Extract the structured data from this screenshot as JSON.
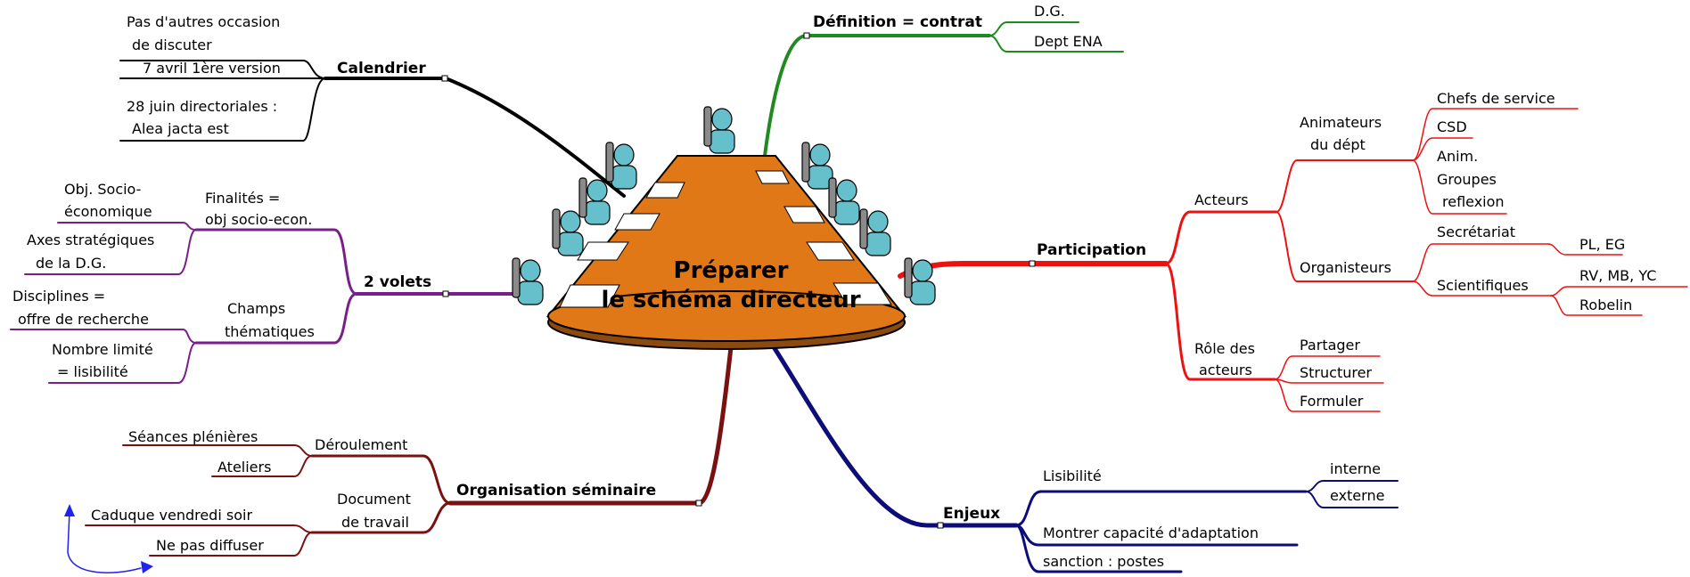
{
  "center": {
    "line1": "Préparer",
    "line2": "le schéma directeur"
  },
  "colors": {
    "calendrier": "#000000",
    "definition": "#1f8a1f",
    "participation": "#ee1111",
    "volets": "#7a1f8a",
    "organisation": "#7a1111",
    "enjeux": "#0d0d7a",
    "arrow": "#2222ee",
    "table": "#e07818",
    "person": "#66c0cc"
  },
  "calendrier": {
    "title": "Calendrier",
    "items": [
      {
        "line1": "Pas d'autres occasion",
        "line2": "de discuter"
      },
      {
        "line1": "7 avril 1ère version"
      },
      {
        "line1": "28 juin directoriales :",
        "line2": "Alea jacta est"
      }
    ]
  },
  "definition": {
    "title": "Définition = contrat",
    "items": [
      "D.G.",
      "Dept ENA"
    ]
  },
  "volets": {
    "title": "2 volets",
    "finalites": {
      "line1": "Finalités =",
      "line2": "obj socio-econ.",
      "items": [
        {
          "line1": "Obj. Socio-",
          "line2": "économique"
        },
        {
          "line1": "Axes stratégiques",
          "line2": "de la D.G."
        }
      ]
    },
    "champs": {
      "line1": "Champs",
      "line2": "thématiques",
      "items": [
        {
          "line1": "Disciplines =",
          "line2": "offre de recherche"
        },
        {
          "line1": "Nombre limité",
          "line2": "= lisibilité"
        }
      ]
    }
  },
  "organisation": {
    "title": "Organisation séminaire",
    "deroulement": {
      "label": "Déroulement",
      "items": [
        "Séances plénières",
        "Ateliers"
      ]
    },
    "document": {
      "line1": "Document",
      "line2": "de travail",
      "items": [
        "Caduque vendredi soir",
        "Ne pas diffuser"
      ]
    }
  },
  "participation": {
    "title": "Participation",
    "acteurs": {
      "label": "Acteurs",
      "animateurs": {
        "line1": "Animateurs",
        "line2": "du dépt",
        "items": [
          "Chefs de service",
          "CSD"
        ],
        "anim": {
          "line1": "Anim.",
          "line2": "Groupes",
          "line3": "reflexion"
        }
      },
      "organisteurs": {
        "label": "Organisteurs",
        "secretariat": {
          "label": "Secrétariat",
          "items": [
            "PL, EG"
          ]
        },
        "scientifiques": {
          "label": "Scientifiques",
          "items": [
            "RV, MB, YC",
            "Robelin"
          ]
        }
      }
    },
    "role": {
      "line1": "Rôle des",
      "line2": "acteurs",
      "items": [
        "Partager",
        "Structurer",
        "Formuler"
      ]
    }
  },
  "enjeux": {
    "title": "Enjeux",
    "lisibilite": {
      "label": "Lisibilité",
      "items": [
        "interne",
        "externe"
      ]
    },
    "items": [
      "Montrer capacité d'adaptation",
      "sanction : postes"
    ]
  }
}
